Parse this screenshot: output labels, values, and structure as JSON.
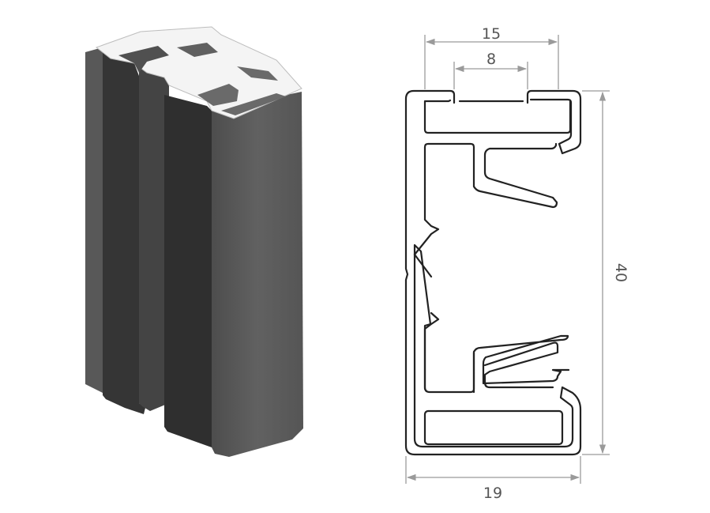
{
  "colors": {
    "background": "#ffffff",
    "outline": "#222222",
    "dimension": "#9a9a9a",
    "dimension_text": "#555555",
    "profile_front": "#5a5a5a",
    "profile_side": "#4e4e4e",
    "profile_groove": "#2f2f2f",
    "profile_top": "#f4f4f4"
  },
  "isometric_view": {
    "icon": "aluminum-profile-3d-icon"
  },
  "cross_section": {
    "icon": "profile-cross-section-icon",
    "dimensions": {
      "top_outer_width": "15",
      "slot_opening": "8",
      "height": "40",
      "bottom_width": "19"
    }
  }
}
